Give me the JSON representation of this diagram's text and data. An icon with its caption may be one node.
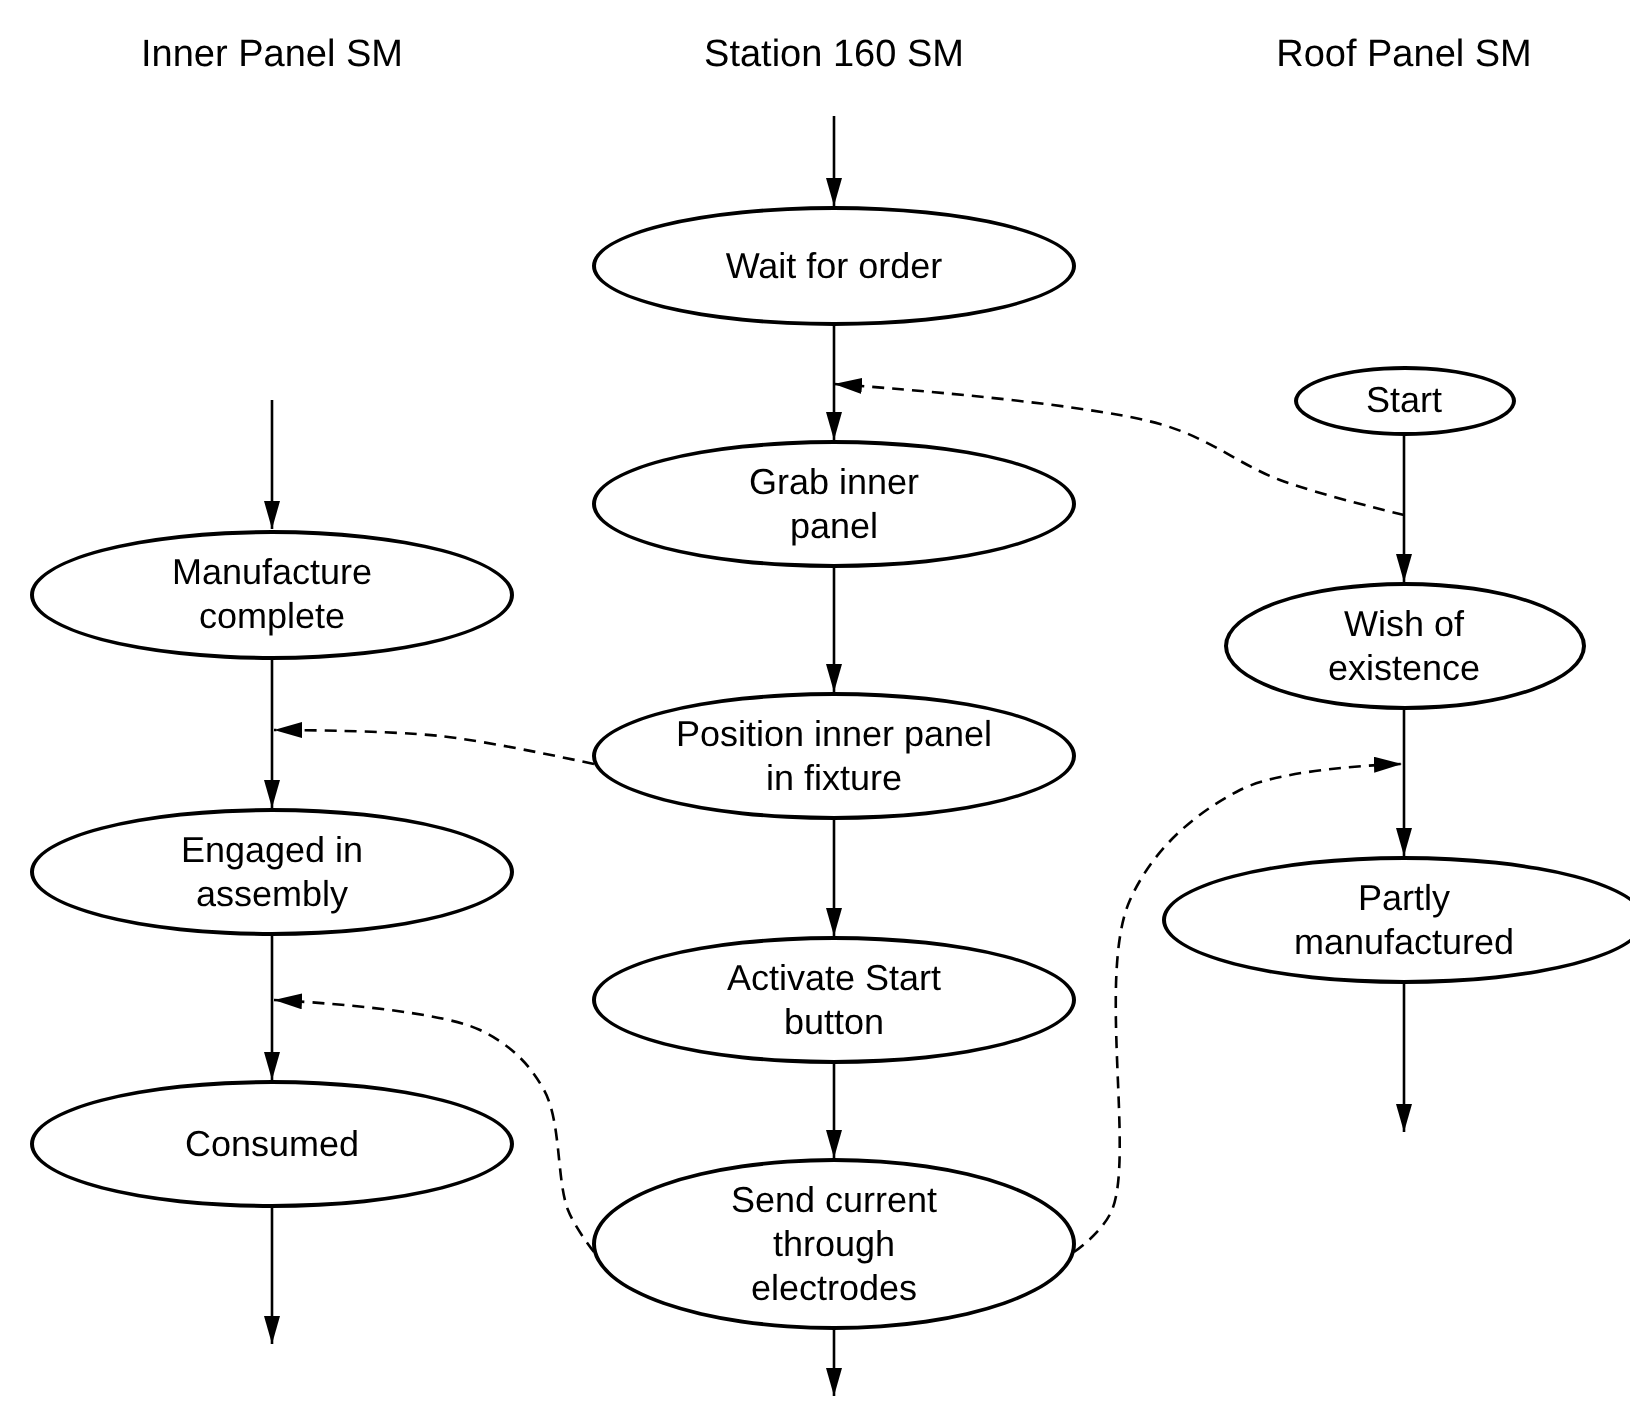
{
  "diagram": {
    "nodes": [
      {
        "text": [
          "Wait for order"
        ]
      },
      {
        "text": [
          "Grab inner panel"
        ]
      },
      {
        "text": [
          "Position inner panel in fixture"
        ]
      },
      {
        "text": [
          "Activate Start button"
        ]
      },
      {
        "text": [
          "Send current through electrodes"
        ]
      },
      {
        "text": [
          "Manufacture complete"
        ]
      },
      {
        "text": [
          "Engaged in assembly"
        ]
      },
      {
        "text": [
          "Consumed"
        ]
      },
      {
        "text": [
          "Start"
        ]
      },
      {
        "text": [
          "Wish of existence"
        ]
      },
      {
        "text": [
          "Partly manufactured"
        ]
      }
    ],
    "edges": [
      {
        "from": null,
        "to": 0,
        "arrow": "to"
      },
      {
        "from": 0,
        "to": 1,
        "arrow": "to"
      },
      {
        "from": 1,
        "to": 2,
        "arrow": "to"
      },
      {
        "from": 2,
        "to": 3,
        "arrow": "to"
      },
      {
        "from": 3,
        "to": 4,
        "arrow": "to"
      },
      {
        "from": 4,
        "to": null,
        "arrow": "to"
      },
      {
        "from": null,
        "to": 5,
        "arrow": "to"
      },
      {
        "from": 5,
        "to": 6,
        "arrow": "to"
      },
      {
        "from": 6,
        "to": 7,
        "arrow": "to"
      },
      {
        "from": 7,
        "to": null,
        "arrow": "to"
      },
      {
        "from": 8,
        "to": 9,
        "arrow": "to"
      },
      {
        "from": 9,
        "to": 10,
        "arrow": "to"
      },
      {
        "from": 10,
        "to": null,
        "arrow": "to"
      },
      {
        "from": 8,
        "to": null,
        "arrow": "to",
        "style": "dashed"
      },
      {
        "from": 2,
        "to": null,
        "arrow": "to",
        "style": "dashed"
      },
      {
        "from": 4,
        "to": null,
        "arrow": "to",
        "style": "dashed"
      },
      {
        "from": 4,
        "to": null,
        "arrow": "to",
        "style": "dashed"
      }
    ],
    "labels": [
      "Inner Panel SM",
      "Station 160 SM",
      "Roof Panel SM"
    ]
  }
}
